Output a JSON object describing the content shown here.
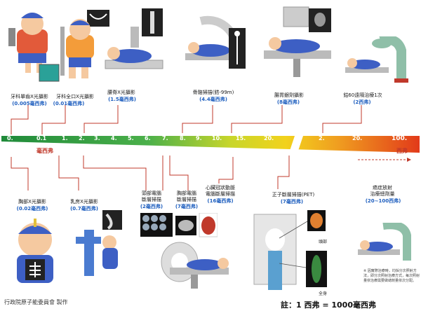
{
  "scale": {
    "ticks": [
      "0.",
      "0.1",
      "1.",
      "2.",
      "3.",
      "4.",
      "5.",
      "6.",
      "7.",
      "8.",
      "9.",
      "10.",
      "15.",
      "20.",
      "2.",
      "20.",
      "100."
    ],
    "unit_left": "毫西弗",
    "unit_right": "西弗"
  },
  "top_items": [
    {
      "label": "牙科單齒X光攝影",
      "value": "(0.005毫西弗)"
    },
    {
      "label": "牙科全口X光攝影",
      "value": "(0.01毫西弗)"
    },
    {
      "label": "腰脊X光攝影",
      "value": "(1.5毫西弗)"
    },
    {
      "label": "骨骼掃描(鎝-99m)",
      "value": "(4.4毫西弗)"
    },
    {
      "label": "腸胃銀劑攝影",
      "value": "(8毫西弗)"
    },
    {
      "label": "鈷60遠隔治療1次",
      "value": "(2西弗)"
    }
  ],
  "bottom_items": [
    {
      "label": "胸部X光攝影",
      "value": "(0.02毫西弗)"
    },
    {
      "label": "乳房X光攝影",
      "value": "(0.7毫西弗)"
    },
    {
      "label_line1": "頭部電腦",
      "label_line2": "斷層掃描",
      "value": "(2毫西弗)"
    },
    {
      "label_line1": "胸部電腦",
      "label_line2": "斷層掃描",
      "value": "(7毫西弗)"
    },
    {
      "label_line1": "心臟冠狀動脈",
      "label_line2": "電腦斷層掃描",
      "value": "(16毫西弗)"
    },
    {
      "label": "正子斷層掃描(PET)",
      "value": "(7毫西弗)"
    },
    {
      "label_line1": "癌症放射",
      "label_line2": "治療總劑量",
      "value": "(20~100西弗)"
    }
  ],
  "pet_labels": {
    "head": "頭部",
    "body": "全身"
  },
  "footnote": "※ 因實際治療時，均採分次照射方法，即分次照射治療方式，每次照射量依治療需要做總劑量依次分配。",
  "credit": "行政院原子能委員會  製作",
  "note": "註：1 西弗 = 1000毫西弗",
  "colors": {
    "accent_red": "#c0392b",
    "value_blue": "#1f5fbf",
    "scale_green": "#2ea043",
    "scale_yellow": "#e8d000",
    "scale_red": "#d62c1a"
  }
}
